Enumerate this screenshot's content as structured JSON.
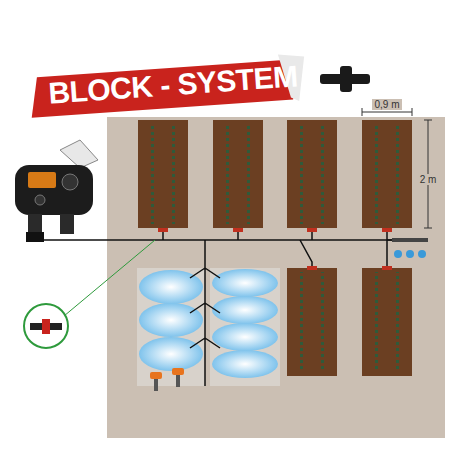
{
  "diagram": {
    "title": "BLOCK - SYSTEM",
    "labels": [
      "0,9 m",
      "2 m"
    ]
  }
}
